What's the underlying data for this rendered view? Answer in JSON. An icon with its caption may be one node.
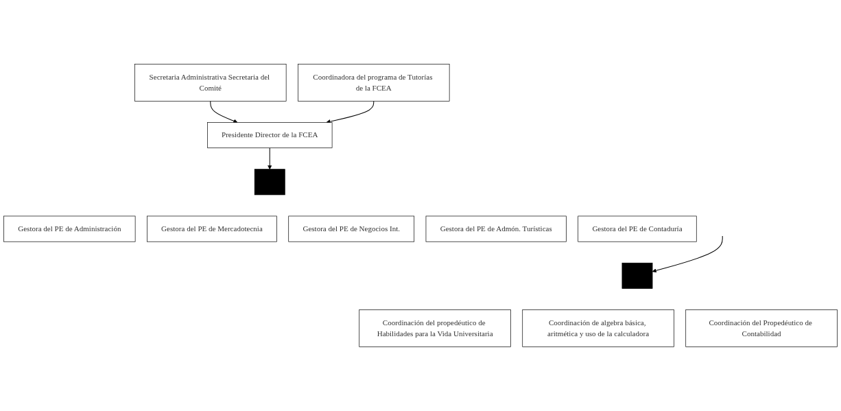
{
  "diagram": {
    "nodes": [
      {
        "text": [
          "Presidente Director de la FCEA"
        ]
      },
      {
        "text": [
          "Secretaria Administrativa Secretaria del Comité"
        ]
      },
      {
        "text": [
          "Coordinadora del programa de Tutorías de la FCEA"
        ]
      },
      {
        "text": [],
        "shape": "bar"
      },
      {
        "text": [
          "Gestora del PE de Administración"
        ]
      },
      {
        "text": [
          "Gestora del PE de Mercadotecnia"
        ]
      },
      {
        "text": [
          "Gestora del PE de Negocios Int."
        ]
      },
      {
        "text": [
          "Gestora del PE de Admón. Turísticas"
        ]
      },
      {
        "text": [
          "Gestora del PE de Contaduría"
        ]
      },
      {
        "text": [],
        "shape": "bar"
      },
      {
        "text": [
          "Coordinación del propedéutico de Habilidades para la Vida Universitaria"
        ]
      },
      {
        "text": [
          "Coordinación de algebra básica, aritmética y uso de la calculadora"
        ]
      },
      {
        "text": [
          "Coordinación del Propedéutico de Contabilidad"
        ]
      }
    ],
    "edges": [
      {
        "from": 1,
        "to": 0,
        "arrow": "to"
      },
      {
        "from": 2,
        "to": 0,
        "arrow": "to"
      },
      {
        "from": 0,
        "to": 3,
        "arrow": "to"
      },
      {
        "from": null,
        "to": 9,
        "arrow": "to"
      }
    ]
  }
}
